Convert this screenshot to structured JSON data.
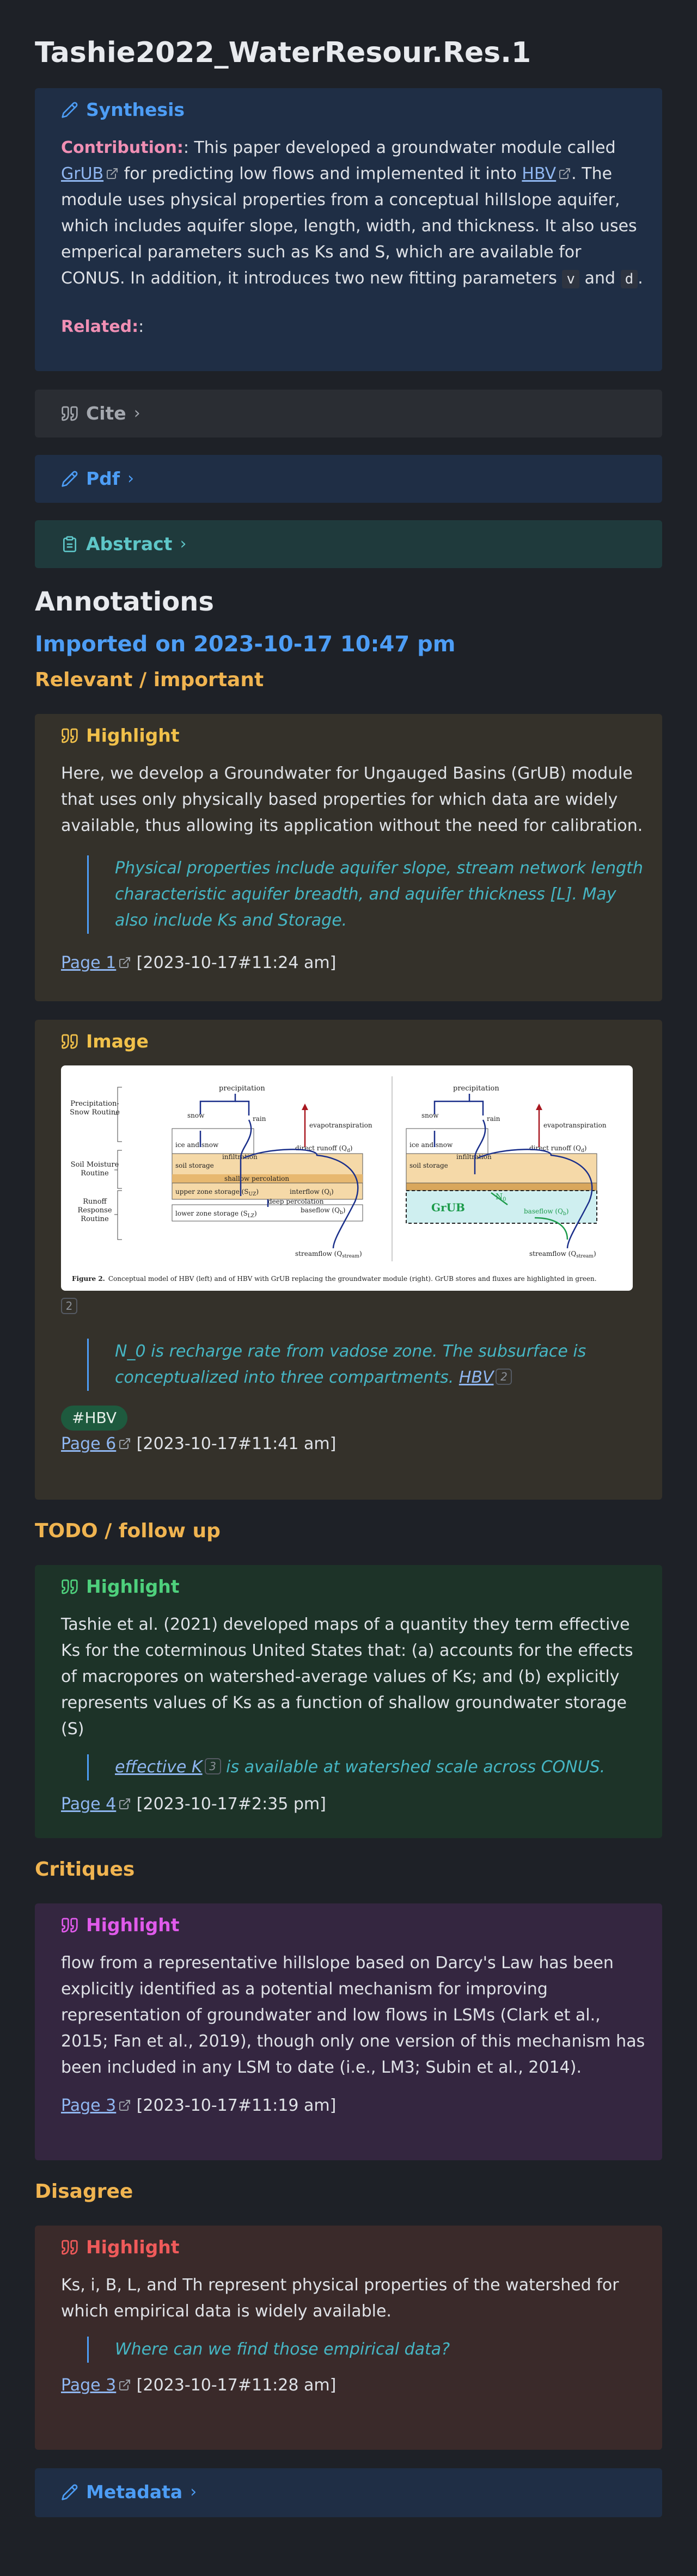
{
  "title": "Tashie2022_WaterResour.Res.1",
  "synthesis": {
    "label": "Synthesis",
    "contribution_label": "Contribution:",
    "p1": ": This paper developed a groundwater module called",
    "grub_link": "GrUB",
    "p2": "for predicting low flows and implemented it into",
    "hbv_link": "HBV",
    "p3": ". The module uses physical properties from a conceptual hillslope aquifer, which includes aquifer slope, length, width, and thickness. It also uses emperical parameters such as Ks and S, which are available for CONUS. In addition, it introduces two new fitting parameters",
    "code_v": "v",
    "and": "and",
    "code_d": "d",
    "period": ".",
    "related_label": "Related:",
    "related_rest": ":"
  },
  "cite": {
    "label": "Cite",
    "chevron": "›"
  },
  "pdf": {
    "label": "Pdf",
    "chevron": "›"
  },
  "abstract": {
    "label": "Abstract",
    "chevron": "›"
  },
  "annotations_heading": "Annotations",
  "imported_heading": "Imported on 2023-10-17 10:47 pm",
  "groups": {
    "relevant": "Relevant / important",
    "todo": "TODO / follow up",
    "critiques": "Critiques",
    "disagree": "Disagree"
  },
  "h1": {
    "label": "Highlight",
    "text": "Here, we develop a Groundwater for Ungauged Basins (GrUB) module that uses only physically based properties for which data are widely available, thus allowing its application without the need for calibration.",
    "comment": "Physical properties include aquifer slope, stream network length characteristic aquifer breadth, and aquifer thickness [L]. May also include Ks and Storage.",
    "page_link": "Page 1",
    "timestamp": "[2023-10-17#11:24 am]"
  },
  "img": {
    "label": "Image",
    "badge": "2",
    "comment": "N_0 is recharge rate from vadose zone. The subsurface is conceptualized into three compartments.",
    "comment_link": "HBV",
    "comment_badge": "2",
    "tag": "#HBV",
    "page_link": "Page 6",
    "timestamp": "[2023-10-17#11:41 am]",
    "fig": {
      "routine1": [
        "Precipitation-",
        "Snow Routine"
      ],
      "routine2": [
        "Soil Moisture",
        "Routine"
      ],
      "routine3": [
        "Runoff",
        "Response",
        "Routine"
      ],
      "precipitation": "precipitation",
      "snow": "snow",
      "rain": "rain",
      "evapotranspiration": "evapotranspiration",
      "ice_snow": "ice and snow",
      "direct_runoff": "direct runoff (Q",
      "direct_runoff_sub": "d",
      "infiltration": "infiltration",
      "soil_storage": "soil storage",
      "shallow_perc": "shallow percolation",
      "upper_storage": "upper zone storage (S",
      "upper_sub": "UZ",
      "interflow": "interflow (Q",
      "interflow_sub": "i",
      "deep_perc": "deep percolation",
      "baseflow": "baseflow (Q",
      "baseflow_sub": "b",
      "lower_storage": "lower zone storage (S",
      "lower_sub": "LZ",
      "streamflow": "streamflow (Q",
      "streamflow_sub": "stream",
      "grub": "GrUB",
      "n0": "N",
      "n0_sub": "0",
      "caption_bold": "Figure 2.",
      "caption": "Conceptual model of HBV (left) and of HBV with GrUB replacing the groundwater module (right). GrUB stores and fluxes are highlighted in green."
    }
  },
  "h2": {
    "label": "Highlight",
    "text": "Tashie et al. (2021) developed maps of a quantity they term effective Ks for the coterminous United States that: (a) accounts for the effects of macropores on watershed-average values of Ks; and (b) explicitly represents values of Ks as a function of shallow groundwater storage (S)",
    "comment_link": "effective K",
    "comment_badge": "3",
    "comment_rest": "is available at watershed scale across CONUS.",
    "page_link": "Page 4",
    "timestamp": "[2023-10-17#2:35 pm]"
  },
  "h3": {
    "label": "Highlight",
    "text": "flow from a representative hillslope based on Darcy's Law has been explicitly identified as a potential mechanism for improving representation of groundwater and low flows in LSMs (Clark et al., 2015; Fan et al., 2019), though only one version of this mechanism has been included in any LSM to date (i.e., LM3; Subin et al., 2014).",
    "page_link": "Page 3",
    "timestamp": "[2023-10-17#11:19 am]"
  },
  "h4": {
    "label": "Highlight",
    "text": "Ks, i, B, L, and Th represent physical properties of the watershed for which empirical data is widely available.",
    "comment": "Where can we find those empirical data?",
    "page_link": "Page 3",
    "timestamp": "[2023-10-17#11:28 am]"
  },
  "metadata": {
    "label": "Metadata",
    "chevron": "›"
  },
  "colors": {
    "background": "#1e2127",
    "blue": "#4d9df5",
    "yellow": "#f0c04a",
    "green": "#4ed07c",
    "pink": "#e05aeb",
    "red": "#ef5a5a",
    "teal": "#5ec6c8",
    "orange_heading": "#f0b450"
  },
  "icons": {
    "synthesis": "pencil-icon",
    "cite": "quote-icon",
    "pdf": "pencil-icon",
    "abstract": "clipboard-icon",
    "highlight": "quote-icon",
    "image": "quote-icon",
    "external": "external-link-icon",
    "metadata": "pencil-icon"
  }
}
